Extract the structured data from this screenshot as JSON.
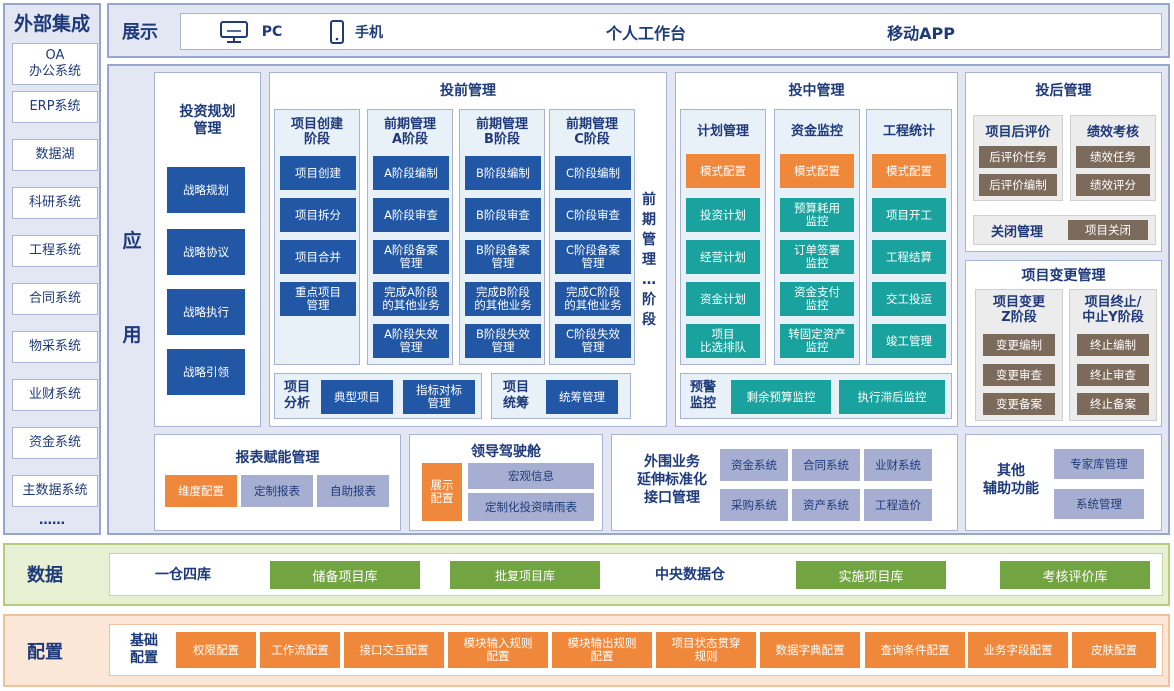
{
  "external": {
    "title": "外部集成",
    "items": [
      "OA\n办公系统",
      "ERP系统",
      "数据湖",
      "科研系统",
      "工程系统",
      "合同系统",
      "物采系统",
      "业财系统",
      "资金系统",
      "主数据系统"
    ],
    "more": "……"
  },
  "display": {
    "title": "展示",
    "pc": "PC",
    "mobile": "手机",
    "workbench": "个人工作台",
    "app": "移动APP"
  },
  "app": {
    "title_1": "应",
    "title_2": "用",
    "invest_plan": {
      "title": "投资规划\n管理",
      "items": [
        "战略规划",
        "战略协议",
        "战略执行",
        "战略引领"
      ]
    },
    "pre_invest": {
      "title": "投前管理",
      "cols": [
        {
          "title": "项目创建\n阶段",
          "items": [
            "项目创建",
            "项目拆分",
            "项目合并",
            "重点项目\n管理"
          ]
        },
        {
          "title": "前期管理\nA阶段",
          "items": [
            "A阶段编制",
            "A阶段审查",
            "A阶段备案\n管理",
            "完成A阶段\n的其他业务",
            "A阶段失效\n管理"
          ]
        },
        {
          "title": "前期管理\nB阶段",
          "items": [
            "B阶段编制",
            "B阶段审查",
            "B阶段备案\n管理",
            "完成B阶段\n的其他业务",
            "B阶段失效\n管理"
          ]
        },
        {
          "title": "前期管理\nC阶段",
          "items": [
            "C阶段编制",
            "C阶段审查",
            "C阶段备案\n管理",
            "完成C阶段\n的其他业务",
            "C阶段失效\n管理"
          ]
        }
      ],
      "side_label": "前\n期\n管\n理\n…\n阶\n段",
      "analysis": {
        "title": "项目\n分析",
        "items": [
          "典型项目",
          "指标对标\n管理"
        ]
      },
      "overall": {
        "title": "项目\n统筹",
        "items": [
          "统筹管理"
        ]
      }
    },
    "mid_invest": {
      "title": "投中管理",
      "cols": [
        {
          "title": "计划管理",
          "items": [
            "模式配置",
            "投资计划",
            "经营计划",
            "资金计划",
            "项目\n比选排队"
          ]
        },
        {
          "title": "资金监控",
          "items": [
            "模式配置",
            "预算耗用\n监控",
            "订单签署\n监控",
            "资金支付\n监控",
            "转固定资产\n监控"
          ]
        },
        {
          "title": "工程统计",
          "items": [
            "模式配置",
            "项目开工",
            "工程结算",
            "交工投运",
            "竣工管理"
          ]
        }
      ],
      "warning": {
        "title": "预警\n监控",
        "items": [
          "剩余预算监控",
          "执行滞后监控"
        ]
      }
    },
    "post_invest": {
      "title": "投后管理",
      "eval": {
        "title": "项目后评价",
        "items": [
          "后评价任务",
          "后评价编制"
        ]
      },
      "perf": {
        "title": "绩效考核",
        "items": [
          "绩效任务",
          "绩效评分"
        ]
      },
      "close": {
        "title": "关闭管理",
        "item": "项目关闭"
      }
    },
    "change": {
      "title": "项目变更管理",
      "z": {
        "title": "项目变更\nZ阶段",
        "items": [
          "变更编制",
          "变更审查",
          "变更备案"
        ]
      },
      "y": {
        "title": "项目终止/\n中止Y阶段",
        "items": [
          "终止编制",
          "终止审查",
          "终止备案"
        ]
      }
    },
    "report": {
      "title": "报表赋能管理",
      "items": [
        "维度配置",
        "定制报表",
        "自助报表"
      ]
    },
    "cockpit": {
      "title": "领导驾驶舱",
      "config": "展示\n配置",
      "items": [
        "宏观信息",
        "定制化投资晴雨表"
      ]
    },
    "interface": {
      "title": "外围业务\n延伸标准化\n接口管理",
      "items": [
        "资金系统",
        "合同系统",
        "业财系统",
        "采购系统",
        "资产系统",
        "工程造价"
      ]
    },
    "aux": {
      "title": "其他\n辅助功能",
      "items": [
        "专家库管理",
        "系统管理"
      ]
    }
  },
  "data": {
    "title": "数据",
    "items": [
      "一仓四库",
      "储备项目库",
      "批复项目库",
      "中央数据仓",
      "实施项目库",
      "考核评价库"
    ]
  },
  "config": {
    "title": "配置",
    "base": "基础\n配置",
    "items": [
      "权限配置",
      "工作流配置",
      "接口交互配置",
      "模块输入规则\n配置",
      "模块输出规则\n配置",
      "项目状态贯穿\n规则",
      "数据字典配置",
      "查询条件配置",
      "业务字段配置",
      "皮肤配置"
    ]
  },
  "colors": {
    "navy": "#1f3a7a",
    "blue": "#2157a4",
    "teal": "#1aa39e",
    "orange": "#f0883c",
    "brown": "#7c6a5b",
    "lavender": "#a6afd1",
    "green": "#72a542"
  }
}
